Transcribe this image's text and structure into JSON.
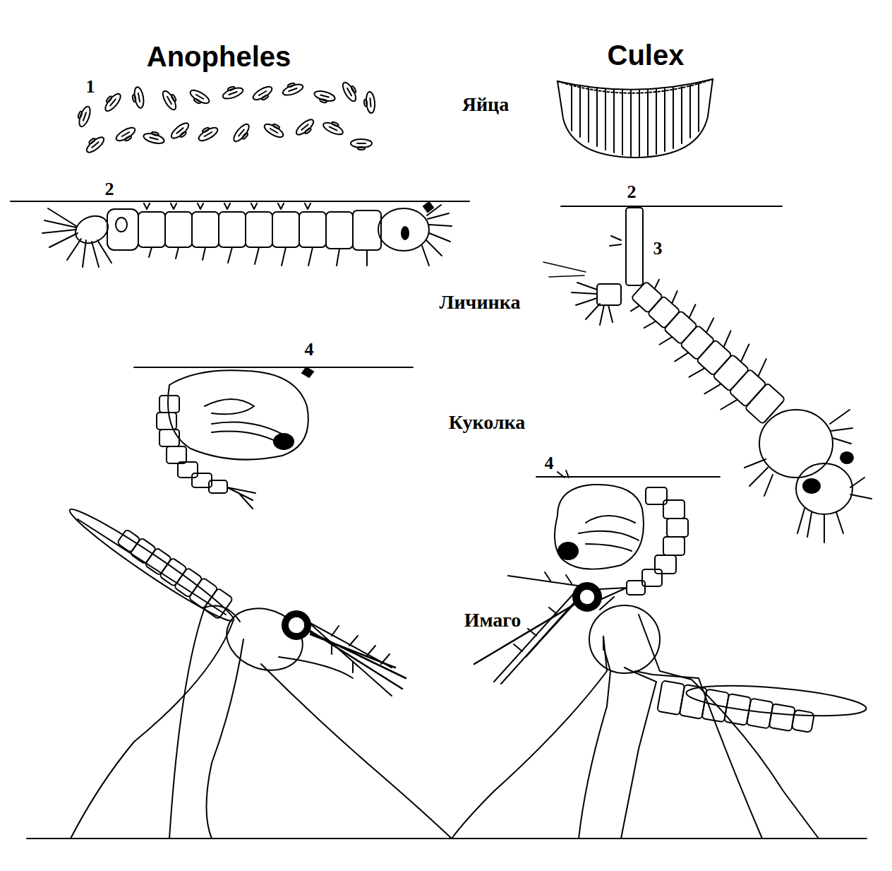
{
  "diagram": {
    "labels": [
      "Anopheles",
      "Culex",
      "Яйца",
      "Личинка",
      "Куколка",
      "Имаго",
      "1",
      "2",
      "2",
      "3",
      "4",
      "4"
    ]
  }
}
